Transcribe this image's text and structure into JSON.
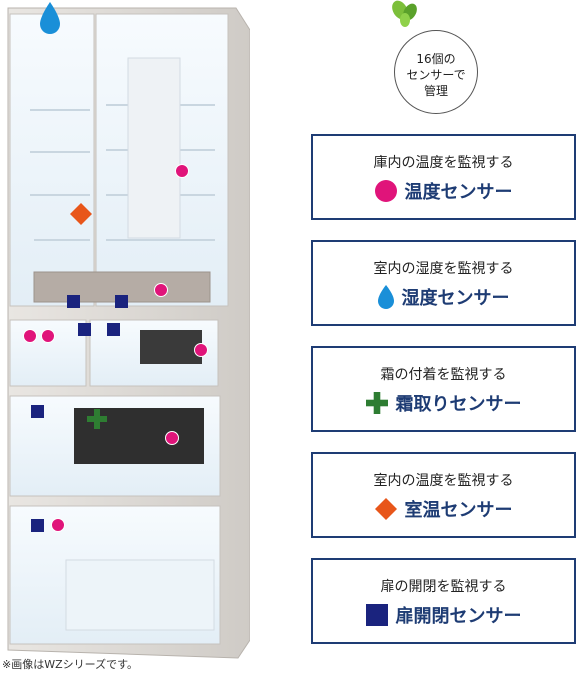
{
  "badge": {
    "text": "16個の\nセンサーで\n管理"
  },
  "sensors": [
    {
      "description": "庫内の温度を監視する",
      "name": "温度センサー",
      "icon": "pink-circle-icon",
      "color": "#e0147a"
    },
    {
      "description": "室内の湿度を監視する",
      "name": "湿度センサー",
      "icon": "water-drop-icon",
      "color": "#1a8fd8"
    },
    {
      "description": "霜の付着を監視する",
      "name": "霜取りセンサー",
      "icon": "green-cross-icon",
      "color": "#2e7d32"
    },
    {
      "description": "室内の温度を監視する",
      "name": "室温センサー",
      "icon": "orange-diamond-icon",
      "color": "#e8561a"
    },
    {
      "description": "扉の開閉を監視する",
      "name": "扉開閉センサー",
      "icon": "navy-square-icon",
      "color": "#1a237e"
    }
  ],
  "footnote": "※画像はWZシリーズです。"
}
